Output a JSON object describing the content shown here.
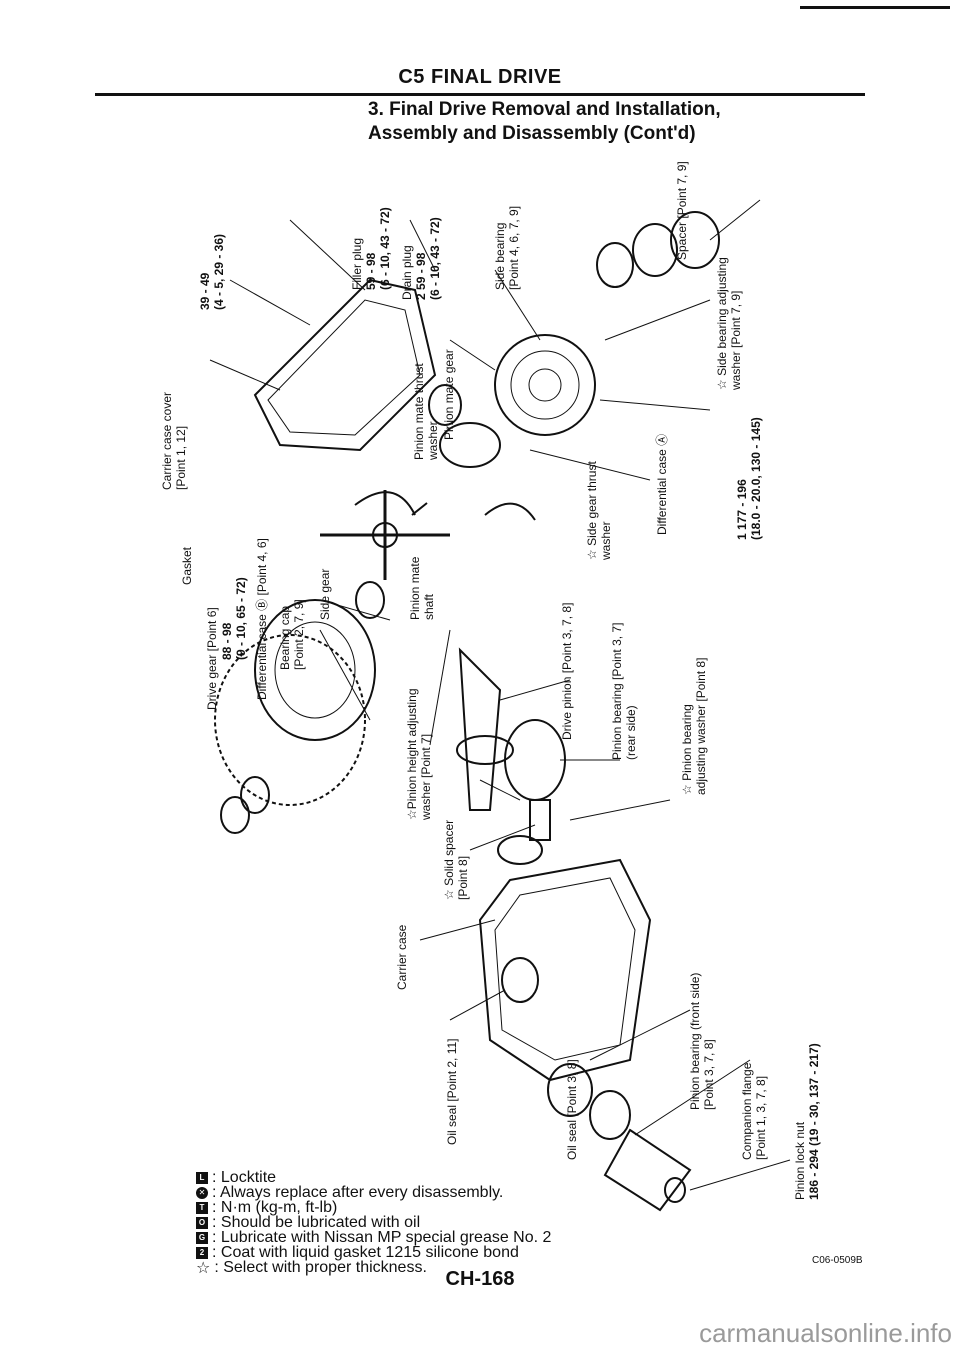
{
  "header": {
    "section": "C5 FINAL DRIVE",
    "title_line1": "3. Final Drive Removal and Installation,",
    "title_line2": "Assembly and Disassembly (Cont'd)"
  },
  "legend": [
    {
      "symbol": "L",
      "text": ": Locktite"
    },
    {
      "symbol": "X",
      "text": ": Always replace after every disassembly."
    },
    {
      "symbol": "T",
      "text": ": N·m (kg-m, ft-lb)"
    },
    {
      "symbol": "O",
      "text": ": Should be lubricated with oil"
    },
    {
      "symbol": "G",
      "text": ": Lubricate with Nissan MP special grease No. 2"
    },
    {
      "symbol": "S2",
      "text": ": Coat with liquid gasket 1215 silicone bond"
    },
    {
      "symbol": "☆",
      "text": ": Select with proper thickness."
    }
  ],
  "labels": {
    "carrier_case_cover": "Carrier case cover",
    "point_1_12": "[Point 1, 12]",
    "torque_cover": "39 - 49",
    "torque_cover_sub": "(4 - 5, 29 - 36)",
    "gasket": "Gasket",
    "filler_plug": "Filler plug",
    "torque_filler": "59 - 98",
    "torque_filler_sub": "(6 - 10, 43 - 72)",
    "drain_plug": "Drain plug",
    "torque_drain": "59 - 98",
    "torque_drain_sub": "(6 - 10, 43 - 72)",
    "drain_mark": "2",
    "torque_cap": "88 - 98",
    "torque_cap_sub": "(9 - 10, 65 - 72)",
    "bearing_cap": "Bearing cap",
    "point_2_7_9": "[Point 2, 7, 9]",
    "pinion_mate_thrust": "Pinion mate thrust",
    "washer": "washer",
    "pinion_mate_gear": "Pinion mate gear",
    "side_bearing": "Side bearing",
    "point_4_6_7_9": "[Point 4, 6, 7, 9]",
    "spacer": "Spacer [Point 7, 9]",
    "side_bearing_adjusting": "☆ Side bearing adjusting",
    "side_bearing_washer": "washer [Point 7, 9]",
    "torque_case": "177 - 196",
    "torque_case_sub": "(18.0 - 20.0, 130 - 145)",
    "case_mark": "1",
    "differential_case_a": "Differential case Ⓐ",
    "side_gear_thrust": "☆ Side gear thrust",
    "side_gear_thrust_washer": "washer",
    "drive_gear": "Drive gear [Point 6]",
    "differential_case_b": "Differential case Ⓑ [Point 4, 6]",
    "side_gear": "Side gear",
    "pinion_mate": "Pinion mate",
    "shaft": "shaft",
    "drive_pinion": "Drive pinion [Point 3, 7, 8]",
    "pinion_bearing_rear": "Pinion bearing [Point 3, 7]",
    "rear_side": "(rear side)",
    "pinion_bearing_adj": "☆ Pinion bearing",
    "pinion_bearing_adj_2": "adjusting washer [Point 8]",
    "pinion_height": "☆Pinion height adjusting",
    "pinion_height_2": "washer [Point 7]",
    "solid_spacer": "☆ Solid spacer",
    "solid_spacer_2": "[Point 8]",
    "carrier_case": "Carrier case",
    "oil_seal_front": "Oil seal [Point 2, 11]",
    "oil_seal_rear": "Oil seal [Point 3, 8]",
    "pinion_bearing_front": "Pinion bearing (front side)",
    "point_3_7_8": "[Point 3, 7, 8]",
    "companion_flange": "Companion flange",
    "point_1_3_7_8": "[Point 1, 3, 7, 8]",
    "pinion_lock_nut": "Pinion lock nut",
    "torque_nut": "186 - 294 (19 - 30, 137 - 217)"
  },
  "footer": {
    "figure_code": "C06-0509B",
    "page": "CH-168",
    "watermark": "carmanualsonline.info"
  }
}
